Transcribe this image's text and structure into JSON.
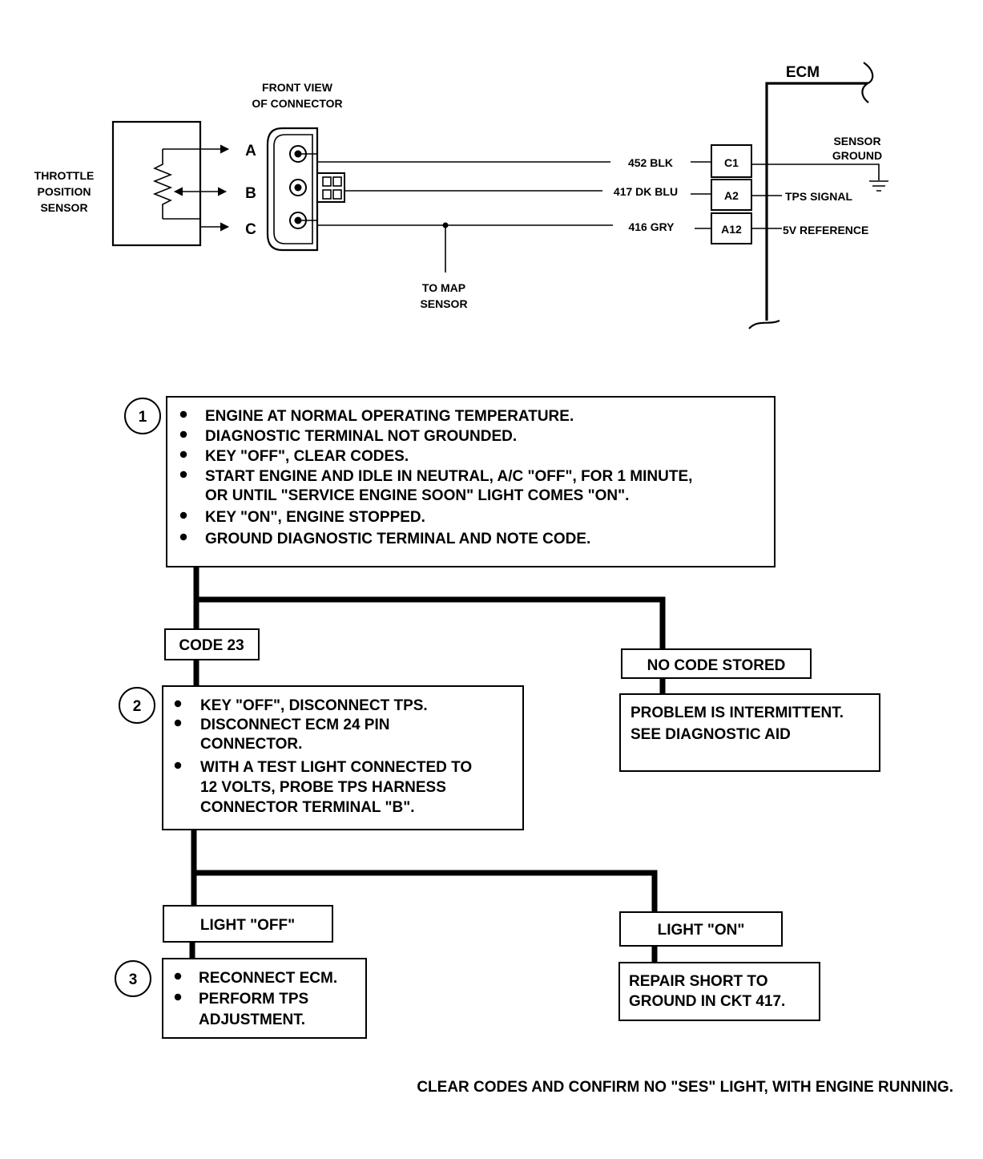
{
  "circuit": {
    "sensor_label": [
      "THROTTLE",
      "POSITION",
      "SENSOR"
    ],
    "connector_label": [
      "FRONT VIEW",
      "OF CONNECTOR"
    ],
    "pins": [
      "A",
      "B",
      "C"
    ],
    "wires": [
      "452 BLK",
      "417 DK BLU",
      "416 GRY"
    ],
    "ecm_label": "ECM",
    "ecm_terminals": [
      "C1",
      "A2",
      "A12"
    ],
    "sensor_ground": [
      "SENSOR",
      "GROUND"
    ],
    "tps_signal": "TPS SIGNAL",
    "five_v_reference": "5V REFERENCE",
    "to_map": [
      "TO MAP",
      "SENSOR"
    ]
  },
  "flowchart": {
    "step1": {
      "number": "1",
      "bullets": [
        [
          "ENGINE AT NORMAL OPERATING TEMPERATURE."
        ],
        [
          "DIAGNOSTIC TERMINAL NOT GROUNDED."
        ],
        [
          "KEY \"OFF\", CLEAR CODES."
        ],
        [
          "START ENGINE AND IDLE IN NEUTRAL, A/C \"OFF\", FOR 1 MINUTE,",
          "OR UNTIL \"SERVICE ENGINE SOON\" LIGHT COMES \"ON\"."
        ],
        [
          "KEY \"ON\", ENGINE STOPPED."
        ],
        [
          "GROUND DIAGNOSTIC TERMINAL AND NOTE CODE."
        ]
      ]
    },
    "code23": "CODE 23",
    "no_code": "NO CODE STORED",
    "intermittent": [
      "PROBLEM IS INTERMITTENT.",
      "SEE DIAGNOSTIC AID"
    ],
    "step2": {
      "number": "2",
      "bullets": [
        [
          "KEY \"OFF\", DISCONNECT TPS."
        ],
        [
          "DISCONNECT ECM 24 PIN",
          "CONNECTOR."
        ],
        [
          "WITH A TEST LIGHT CONNECTED TO",
          "12 VOLTS, PROBE TPS HARNESS",
          "CONNECTOR TERMINAL \"B\"."
        ]
      ]
    },
    "light_off": "LIGHT \"OFF\"",
    "light_on": "LIGHT \"ON\"",
    "step3": {
      "number": "3",
      "bullets": [
        [
          "RECONNECT ECM."
        ],
        [
          "PERFORM TPS",
          "ADJUSTMENT."
        ]
      ]
    },
    "repair": [
      "REPAIR SHORT TO",
      "GROUND IN CKT 417."
    ],
    "footer": "CLEAR CODES AND CONFIRM NO \"SES\" LIGHT, WITH ENGINE RUNNING."
  }
}
